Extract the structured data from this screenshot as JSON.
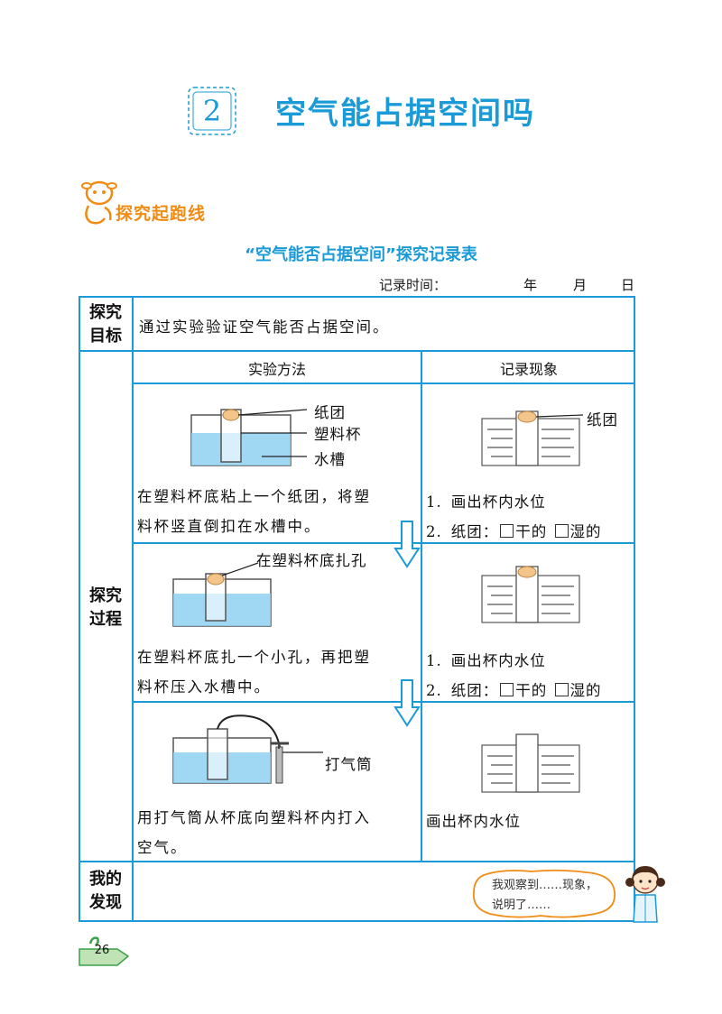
{
  "header": {
    "lesson_number": "2",
    "lesson_title": "空气能占据空间吗",
    "section_label": "探究起跑线"
  },
  "record_table": {
    "title": "“空气能否占据空间”探究记录表",
    "record_time_label": "记录时间：",
    "year_label": "年",
    "month_label": "月",
    "day_label": "日",
    "goal": {
      "label_line1": "探究",
      "label_line2": "目标",
      "text": "通过实验验证空气能否占据空间。"
    },
    "process": {
      "label_line1": "探究",
      "label_line2": "过程",
      "col_method": "实验方法",
      "col_record": "记录现象",
      "steps": [
        {
          "labels": [
            "纸团",
            "塑料杯",
            "水槽"
          ],
          "method_line1": "在塑料杯底粘上一个纸团，将塑",
          "method_line2": "料杯竖直倒扣在水槽中。",
          "record_label": "纸团",
          "obs1_num": "1.",
          "obs1_text": "画出杯内水位",
          "obs2_num": "2.",
          "obs2_prefix": "纸团：",
          "obs2_dry": "干的",
          "obs2_wet": "湿的"
        },
        {
          "labels": [
            "在塑料杯底扎孔"
          ],
          "method_line1": "在塑料杯底扎一个小孔，再把塑",
          "method_line2": "料杯压入水槽中。",
          "obs1_num": "1.",
          "obs1_text": "画出杯内水位",
          "obs2_num": "2.",
          "obs2_prefix": "纸团：",
          "obs2_dry": "干的",
          "obs2_wet": "湿的"
        },
        {
          "labels": [
            "打气筒"
          ],
          "method_line1": "用打气筒从杯底向塑料杯内打入",
          "method_line2": "空气。",
          "obs1_text": "画出杯内水位"
        }
      ]
    },
    "finding": {
      "label_line1": "我的",
      "label_line2": "发现",
      "bubble_line1": "我观察到……现象，",
      "bubble_line2": "说明了……"
    }
  },
  "footer": {
    "page_number": "26"
  },
  "colors": {
    "accent": "#1a9bd7",
    "section": "#f08c14",
    "water": "#8fd0f0"
  }
}
